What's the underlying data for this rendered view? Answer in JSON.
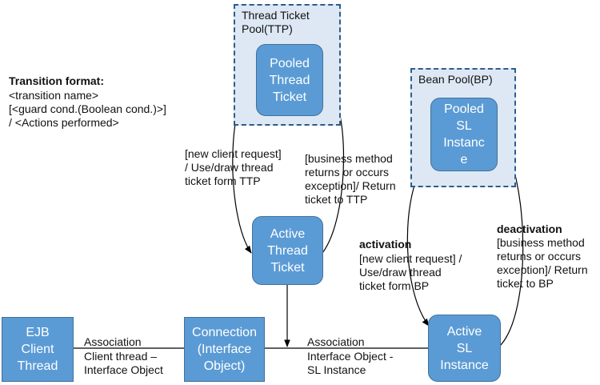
{
  "legend": {
    "heading": "Transition format:",
    "body": "<transition name>\n[<guard cond.(Boolean cond.)>]\n/ <Actions performed>"
  },
  "pools": {
    "ttp": "Thread Ticket\nPool(TTP)",
    "bp": "Bean Pool(BP)"
  },
  "nodes": {
    "pooled_thread_ticket": "Pooled\nThread\nTicket",
    "active_thread_ticket": "Active\nThread\nTicket",
    "pooled_sl_instance": "Pooled\nSL\nInstanc\ne",
    "active_sl_instance": "Active\nSL\nInstance",
    "ejb_client_thread": "EJB\nClient\nThread",
    "connection": "Connection\n(Interface\nObject)"
  },
  "edges": {
    "ttp_draw": "[new client request]\n/ Use/draw thread\nticket form TTP",
    "ttp_return": "[business method\nreturns or occurs\nexception]/ Return\nticket to TTP",
    "activation_title": "activation",
    "activation_body": "[new client request] /\nUse/draw thread\nticket form BP",
    "deactivation_title": "deactivation",
    "deactivation_body": "[business method\nreturns or occurs\nexception]/ Return\nticket to BP",
    "assoc_client_title": "Association",
    "assoc_client_body": "Client thread –\nInterface Object",
    "assoc_sl_title": "Association",
    "assoc_sl_body": "Interface Object -\nSL Instance"
  }
}
